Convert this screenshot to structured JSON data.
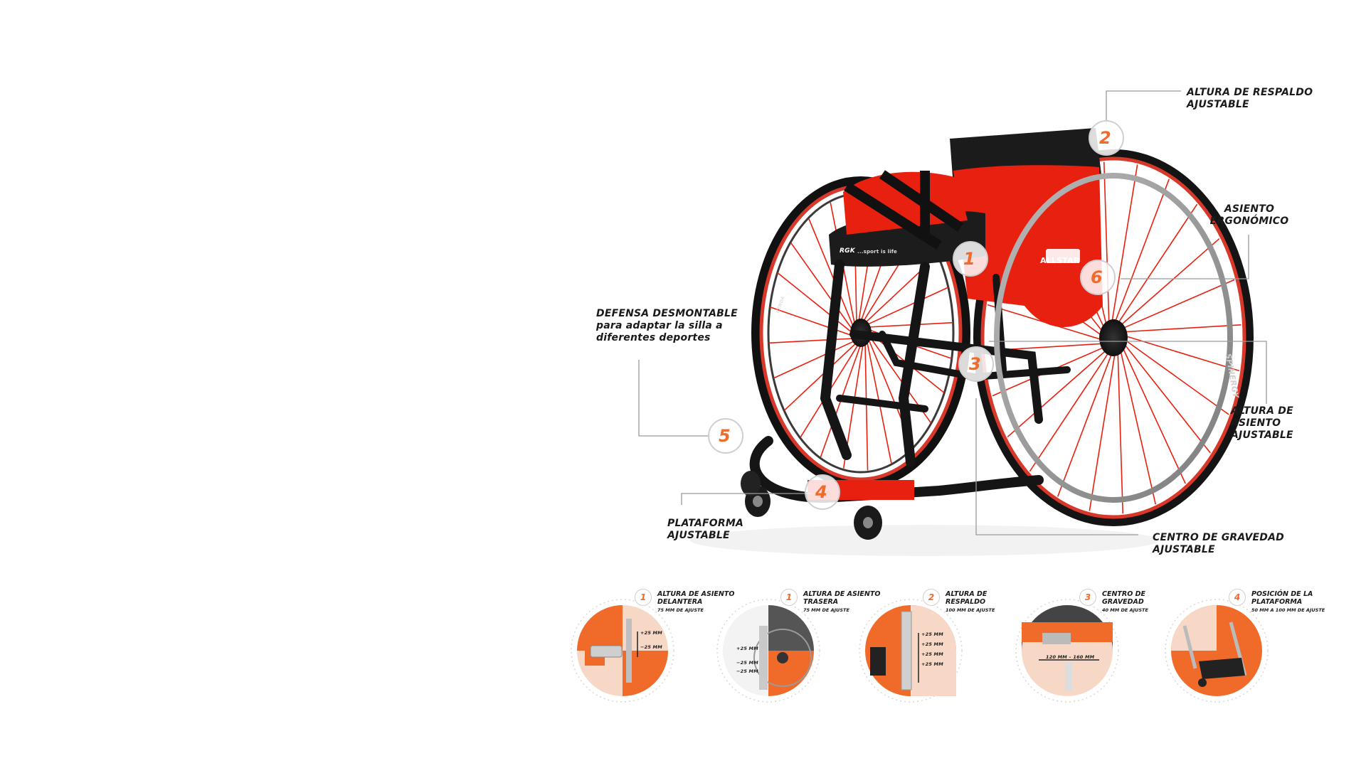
{
  "callouts": [
    {
      "number": "1",
      "lines": []
    },
    {
      "number": "2",
      "lines": [
        "ALTURA DE RESPALDO",
        "AJUSTABLE"
      ]
    },
    {
      "number": "3",
      "lines": [
        "CENTRO DE GRAVEDAD",
        "AJUSTABLE"
      ]
    },
    {
      "number": "4",
      "lines": [
        "PLATAFORMA",
        "AJUSTABLE"
      ]
    },
    {
      "number": "5",
      "lines": [
        "DEFENSA DESMONTABLE",
        "para adaptar la silla a",
        "diferentes deportes"
      ]
    },
    {
      "number": "6",
      "lines": [
        "ASIENTO",
        "ERGONÓMICO"
      ]
    }
  ],
  "seat_height_label": [
    "ALTURA DE",
    "ASIENTO",
    "AJUSTABLE"
  ],
  "chair_branding": {
    "backrest_badge": "ALLSTAR",
    "seat_logo": "RGK",
    "seat_tagline": "...sport is life",
    "tire_text": "KENDA",
    "rim_text": "SPINERGY"
  },
  "colors": {
    "accent": "#f06a2a",
    "frame": "#151515",
    "chair_red": "#e8200f",
    "callout_line": "#9a9a9a"
  },
  "details": [
    {
      "number": "1",
      "title": "ALTURA DE ASIENTO DELANTERA",
      "subtitle": "75 MM DE AJUSTE",
      "marks": [
        "+25 MM",
        "−25 MM"
      ]
    },
    {
      "number": "1",
      "title": "ALTURA DE ASIENTO TRASERA",
      "subtitle": "75 MM DE AJUSTE",
      "marks": [
        "+25 MM",
        "−25 MM",
        "−25 MM"
      ]
    },
    {
      "number": "2",
      "title": "ALTURA DE RESPALDO",
      "subtitle": "100 MM DE AJUSTE",
      "marks": [
        "+25 MM",
        "+25 MM",
        "+25 MM",
        "+25 MM"
      ]
    },
    {
      "number": "3",
      "title": "CENTRO DE GRAVEDAD",
      "subtitle": "40 MM DE AJUSTE",
      "marks": [
        "120 MM – 160 MM"
      ]
    },
    {
      "number": "4",
      "title": "POSICIÓN DE LA PLATAFORMA",
      "subtitle": "50 MM A 100 MM DE AJUSTE",
      "marks": []
    }
  ]
}
